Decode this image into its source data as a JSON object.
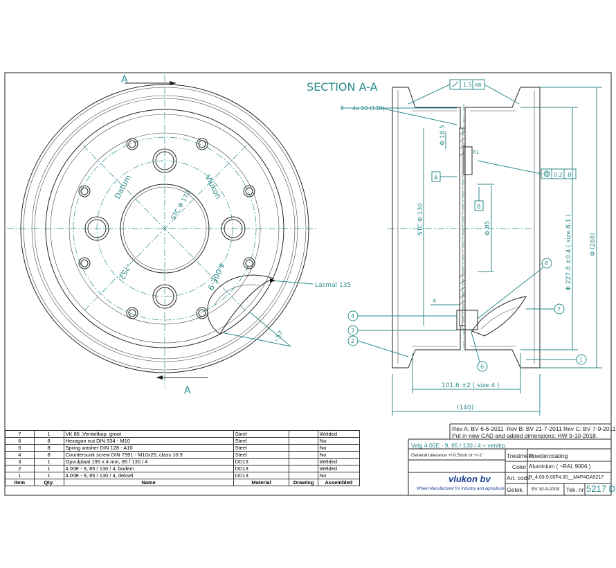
{
  "section_title": "SECTION A-A",
  "section_marker": "A",
  "front_view": {
    "labels": {
      "datum": "Datum",
      "vlukon": "Vlukon",
      "stc": "STC Φ 172",
      "size": "4.00E-9",
      "offset": "-?S2",
      "weld": "Lasmal 135",
      "dim_small": "∼57"
    }
  },
  "section_view": {
    "tolerances": {
      "runout_value": "1.5",
      "runout_datum": "AB",
      "concentric_value": "0.2",
      "concentric_datum": "B"
    },
    "chamfer": "4x 20 (130)",
    "chamfer_index": "3",
    "datum_a": "A",
    "datum_b": "B",
    "dims": {
      "d185": "Φ 18.5",
      "r_small": "R1",
      "stc130": "STC Φ 130",
      "d85": "Φ 85",
      "d2278": "Φ 227.8 ±0.4 ( size 8.1 )",
      "d268": "Φ (268)",
      "w1016": "101.6 ±2 ( size 4 )",
      "w140": "(140)",
      "four": "4"
    },
    "balloons": [
      "1",
      "2",
      "3",
      "4",
      "6",
      "6",
      "7"
    ]
  },
  "bom": {
    "headers": [
      "Item",
      "Qty.",
      "Name",
      "Material",
      "Drawing",
      "Assembled"
    ],
    "rows": [
      {
        "item": "7",
        "qty": "1",
        "name": "VK 85 ,Ventielkap, groot",
        "material": "Steel",
        "drawing": "",
        "assembled": "Welded"
      },
      {
        "item": "6",
        "qty": "8",
        "name": "Hexagon nut DIN 934 - M10",
        "material": "Steel",
        "drawing": "",
        "assembled": "No"
      },
      {
        "item": "5",
        "qty": "8",
        "name": "Spring washer DIN 128 - A10",
        "material": "Steel",
        "drawing": "",
        "assembled": "No"
      },
      {
        "item": "4",
        "qty": "8",
        "name": "Countersunk screw DIN 7991 - M10x25, class 10.9",
        "material": "Steel",
        "drawing": "",
        "assembled": "No"
      },
      {
        "item": "3",
        "qty": "1",
        "name": "Opvulplaat  195 x 4 mm,  85 / 130 / 4",
        "material": "DD13",
        "drawing": "",
        "assembled": "Welded"
      },
      {
        "item": "2",
        "qty": "1",
        "name": "4.00E - 9,    85 / 130 / 4,  bodem",
        "material": "DD13",
        "drawing": "",
        "assembled": "Welded"
      },
      {
        "item": "1",
        "qty": "1",
        "name": "4.00E - 9,    85 / 130 / 4,   deksel",
        "material": "DD13",
        "drawing": "",
        "assembled": "No"
      }
    ]
  },
  "title_block": {
    "rev_a": "Rev A: BV 6-6-2011",
    "rev_b": "Rev B: BV 21-7-2011",
    "rev_c": "Rev C: BV 7-9-2011",
    "rev_note": "Put in new CAD and added dimensions: HW 9-10-2018.",
    "title": "Velg 4.00E - 9,  85 / 130 / 4  + ventkp.",
    "tolerance": "General tolerance +/-0.5mm or +/-1°",
    "treatment_label": "Treatment",
    "treatment_value": "Powdercoating",
    "color_label": "Color",
    "color_value": "Aluminium ( ~RAL 9006 )",
    "artcode_label": "Art. code",
    "artcode_value": "R_4.00-9.00F4.00__M4P4GA5217",
    "getek_label": "Getek.",
    "getek_value": "BV 30-9-2009",
    "tekno_label": "Tek. nr",
    "tekno_value": "5217 D",
    "logo_text": "vlukon bv",
    "logo_sub": "Wheel Manufacturer for industry and agriculture"
  },
  "colors": {
    "accent": "#2a8a8a",
    "line": "#222222",
    "logo": "#1a3d8f"
  }
}
